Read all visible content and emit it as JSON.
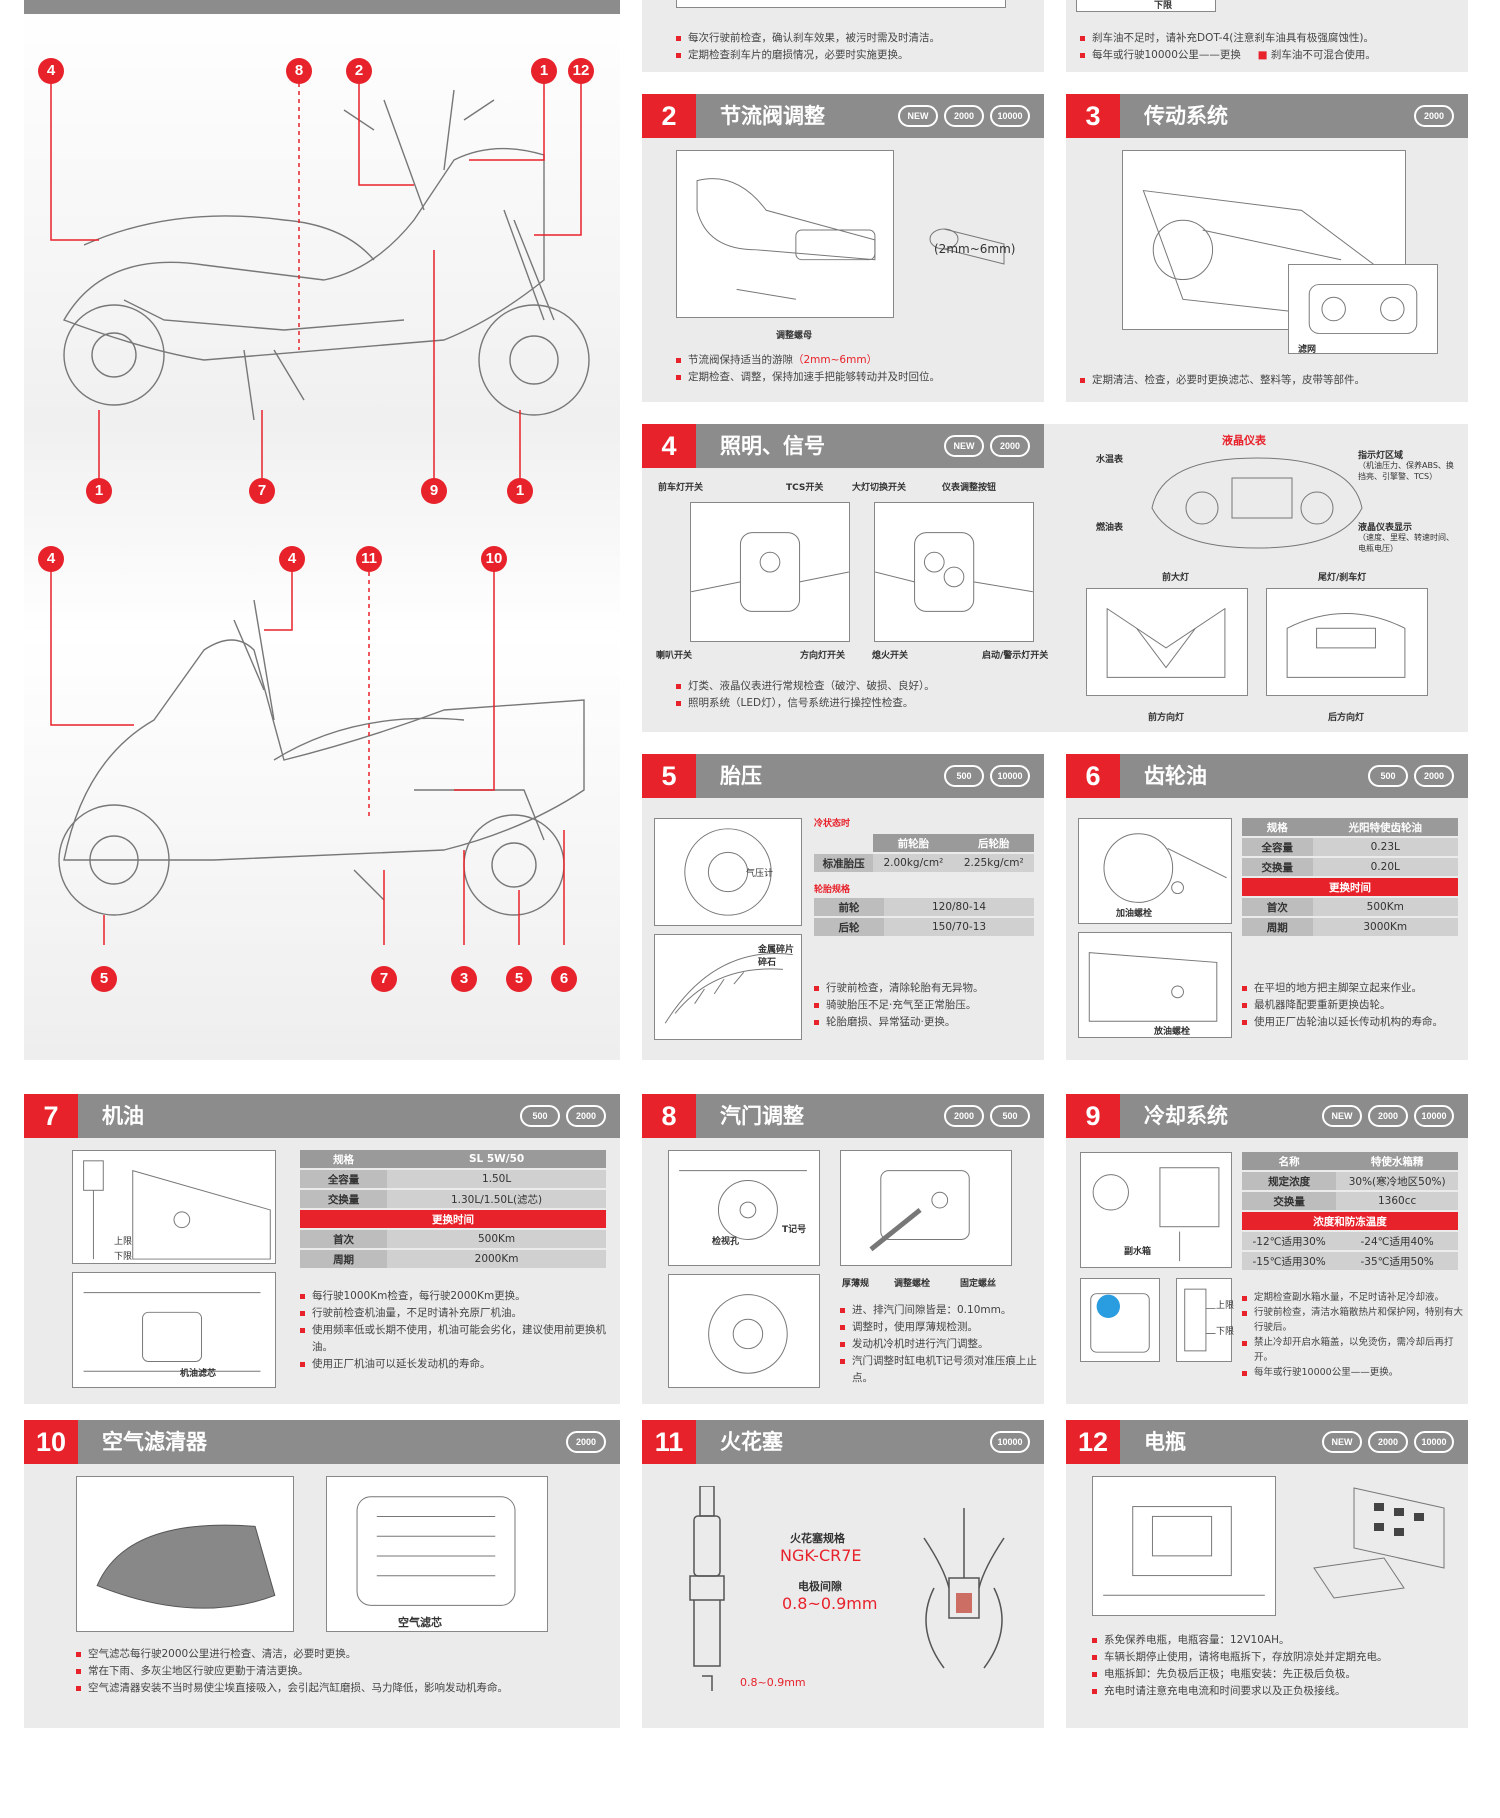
{
  "colors": {
    "accent": "#e8222b",
    "header": "#8c8c8c",
    "panel": "#ebebeb"
  },
  "overview": {
    "top_callouts": [
      "4",
      "8",
      "2",
      "1",
      "12",
      "1",
      "7",
      "9",
      "1"
    ],
    "bottom_callouts": [
      "4",
      "4",
      "11",
      "10",
      "5",
      "7",
      "3",
      "5",
      "6"
    ]
  },
  "brake": {
    "notes_left": [
      "每次行驶前检查，确认刹车效果，被污时需及时清洁。",
      "定期检查刹车片的磨损情况，必要时实施更换。"
    ],
    "notes_right": [
      "刹车油不足时，请补充DOT-4(注意刹车油具有极强腐蚀性)。",
      "每年或行驶10000公里——更换",
      "刹车油不可混合使用。"
    ],
    "lower_label": "下限"
  },
  "sections": {
    "s2": {
      "num": "2",
      "title": "节流阀调整",
      "icons": [
        "NEW",
        "2000",
        "10000"
      ],
      "gap_label": "(2mm~6mm)",
      "knob_label": "调整螺母",
      "note1_pre": "节流阀保持适当的游隙",
      "note1_red": "（2mm~6mm）",
      "note2": "定期检查、调整，保持加速手把能够转动并及时回位。"
    },
    "s3": {
      "num": "3",
      "title": "传动系统",
      "icons": [
        "2000"
      ],
      "label": "滤网",
      "notes": [
        "定期清洁、检查，必要时更换滤芯、整料等，皮带等部件。"
      ]
    },
    "s4": {
      "num": "4",
      "title": "照明、信号",
      "icons": [
        "NEW",
        "2000"
      ],
      "dash_title": "液晶仪表",
      "labels": {
        "a": "前车灯开关",
        "b": "TCS开关",
        "c": "大灯切换开关",
        "d": "仪表调整按钮",
        "e": "喇叭开关",
        "f": "方向灯开关",
        "g": "熄火开关",
        "h": "启动/警示灯开关",
        "water": "水温表",
        "fuel": "燃油表",
        "ind": "指示灯区域",
        "ind_desc": "（机油压力、保养ABS、换挡亮、引擎警、TCS）",
        "lcd": "液晶仪表显示",
        "lcd_desc": "（速度、里程、转速时间、电瓶电压）",
        "head": "前大灯",
        "tail": "尾灯/刹车灯",
        "fturn": "前方向灯",
        "rturn": "后方向灯"
      },
      "notes": [
        "灯类、液晶仪表进行常规检查（破泞、破损、良好）。",
        "照明系统（LED灯），信号系统进行操控性检查。"
      ]
    },
    "s5": {
      "num": "5",
      "title": "胎压",
      "icons": [
        "500",
        "10000"
      ],
      "cold": "冷状态时",
      "cols": [
        "",
        "前轮胎",
        "后轮胎"
      ],
      "row": [
        "标准胎压",
        "2.00kg/cm²",
        "2.25kg/cm²"
      ],
      "spec": "轮胎规格",
      "front": [
        "前轮",
        "120/80-14"
      ],
      "rear": [
        "后轮",
        "150/70-13"
      ],
      "gauge": "气压计",
      "stone": "金属碎片 碎石",
      "notes": [
        "行驶前检查，清除轮胎有无异物。",
        "骑驶胎压不足·充气至正常胎压。",
        "轮胎磨损、异常猛动·更换。"
      ]
    },
    "s6": {
      "num": "6",
      "title": "齿轮油",
      "icons": [
        "500",
        "2000"
      ],
      "rows": [
        [
          "规格",
          "光阳特使齿轮油"
        ],
        [
          "全容量",
          "0.23L"
        ],
        [
          "交换量",
          "0.20L"
        ]
      ],
      "red": "更换时间",
      "rows2": [
        [
          "首次",
          "500Km"
        ],
        [
          "周期",
          "3000Km"
        ]
      ],
      "fill": "加油螺栓",
      "drain": "放油螺栓",
      "notes": [
        "在平坦的地方把主脚架立起来作业。",
        "最机器降配要重新更换齿轮。",
        "使用正厂齿轮油以延长传动机构的寿命。"
      ]
    },
    "s7": {
      "num": "7",
      "title": "机油",
      "icons": [
        "500",
        "2000"
      ],
      "rows": [
        [
          "规格",
          "SL 5W/50"
        ],
        [
          "全容量",
          "1.50L"
        ],
        [
          "交换量",
          "1.30L/1.50L(滤芯)"
        ]
      ],
      "red": "更换时间",
      "rows2": [
        [
          "首次",
          "500Km"
        ],
        [
          "周期",
          "2000Km"
        ]
      ],
      "upper": "上限",
      "lower": "下限",
      "filter": "机油滤芯",
      "notes": [
        "每行驶1000Km检查，每行驶2000Km更换。",
        "行驶前检查机油量，不足时请补充原厂机油。",
        "使用频率低或长期不使用，机油可能会劣化，建议使用前更换机油。",
        "使用正厂机油可以延长发动机的寿命。"
      ]
    },
    "s8": {
      "num": "8",
      "title": "汽门调整",
      "icons": [
        "2000",
        "500"
      ],
      "labels": [
        "检视孔",
        "T记号",
        "厚薄规",
        "调整螺栓",
        "固定螺丝"
      ],
      "notes": [
        "进、排汽门间隙皆是：0.10mm。",
        "调整时，使用厚薄规检测。",
        "发动机冷机时进行汽门调整。",
        "汽门调整时缸电机T记号须对准压痕上止点。"
      ]
    },
    "s9": {
      "num": "9",
      "title": "冷却系统",
      "icons": [
        "NEW",
        "2000",
        "10000"
      ],
      "rows": [
        [
          "名称",
          "特使水箱精"
        ],
        [
          "规定浓度",
          "30%(寒冷地区50%)"
        ],
        [
          "交换量",
          "1360cc"
        ]
      ],
      "red": "浓度和防冻温度",
      "rows2": [
        [
          "-12℃适用30%",
          "-24℃适用40%"
        ],
        [
          "-15℃适用30%",
          "-35℃适用50%"
        ]
      ],
      "sub": "副水箱",
      "up": "上限",
      "down": "下限",
      "notes": [
        "定期检查副水箱水量，不足时请补足冷却液。",
        "行驶前检查，清洁水箱散热片和保护网，特别有大行驶后。",
        "禁止冷却开启水箱盖，以免烫伤，需冷却后再打开。",
        "每年或行驶10000公里——更换。"
      ]
    },
    "s10": {
      "num": "10",
      "title": "空气滤清器",
      "icons": [
        "2000"
      ],
      "label": "空气滤芯",
      "notes": [
        "空气滤芯每行驶2000公里进行检查、清洁，必要时更换。",
        "常在下雨、多灰尘地区行驶应更勤于清洁更换。",
        "空气滤清器安装不当时易使尘埃直接吸入，会引起汽缸磨损、马力降低，影响发动机寿命。"
      ]
    },
    "s11": {
      "num": "11",
      "title": "火花塞",
      "icons": [
        "10000"
      ],
      "spec_t": "火花塞规格",
      "spec_v": "NGK-CR7E",
      "gap_t": "电极间隙",
      "gap_v": "0.8~0.9mm",
      "gap_lbl": "0.8~0.9mm"
    },
    "s12": {
      "num": "12",
      "title": "电瓶",
      "icons": [
        "NEW",
        "2000",
        "10000"
      ],
      "notes": [
        "系免保养电瓶，电瓶容量：12V10AH。",
        "车辆长期停止使用，请将电瓶拆下，存放阴凉处并定期充电。",
        "电瓶拆卸：先负极后正极；电瓶安装：先正极后负极。",
        "充电时请注意充电电流和时间要求以及正负极接线。"
      ]
    }
  }
}
